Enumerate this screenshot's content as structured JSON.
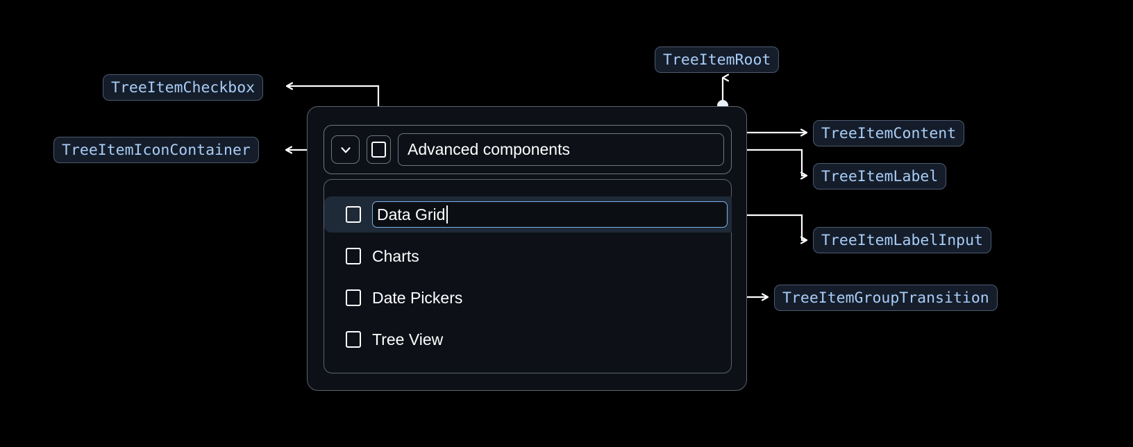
{
  "annotations": {
    "checkbox": {
      "label": "TreeItemCheckbox"
    },
    "icon_container": {
      "label": "TreeItemIconContainer"
    },
    "root": {
      "label": "TreeItemRoot"
    },
    "content": {
      "label": "TreeItemContent"
    },
    "tree_label": {
      "label": "TreeItemLabel"
    },
    "label_input": {
      "label": "TreeItemLabelInput"
    },
    "group_transition": {
      "label": "TreeItemGroupTransition"
    }
  },
  "tree": {
    "root_item": {
      "label": "Advanced components",
      "expand_icon": "chevron-down-icon",
      "checkbox_state": "unchecked"
    },
    "children": [
      {
        "label": "Data Grid",
        "editing": true,
        "checkbox_state": "unchecked",
        "selected": true
      },
      {
        "label": "Charts",
        "editing": false,
        "checkbox_state": "unchecked",
        "selected": false
      },
      {
        "label": "Date Pickers",
        "editing": false,
        "checkbox_state": "unchecked",
        "selected": false
      },
      {
        "label": "Tree View",
        "editing": false,
        "checkbox_state": "unchecked",
        "selected": false
      }
    ]
  },
  "colors": {
    "background": "#000000",
    "chip_bg": "#151d2b",
    "chip_border": "#4d5b70",
    "chip_text": "#a9cdf5",
    "card_bg": "#0d1117",
    "card_border": "#5c646e",
    "selected_row": "#1f2a38",
    "input_focus_border": "#7fb3e8",
    "connector": "#ffffff",
    "text": "#ffffff"
  }
}
